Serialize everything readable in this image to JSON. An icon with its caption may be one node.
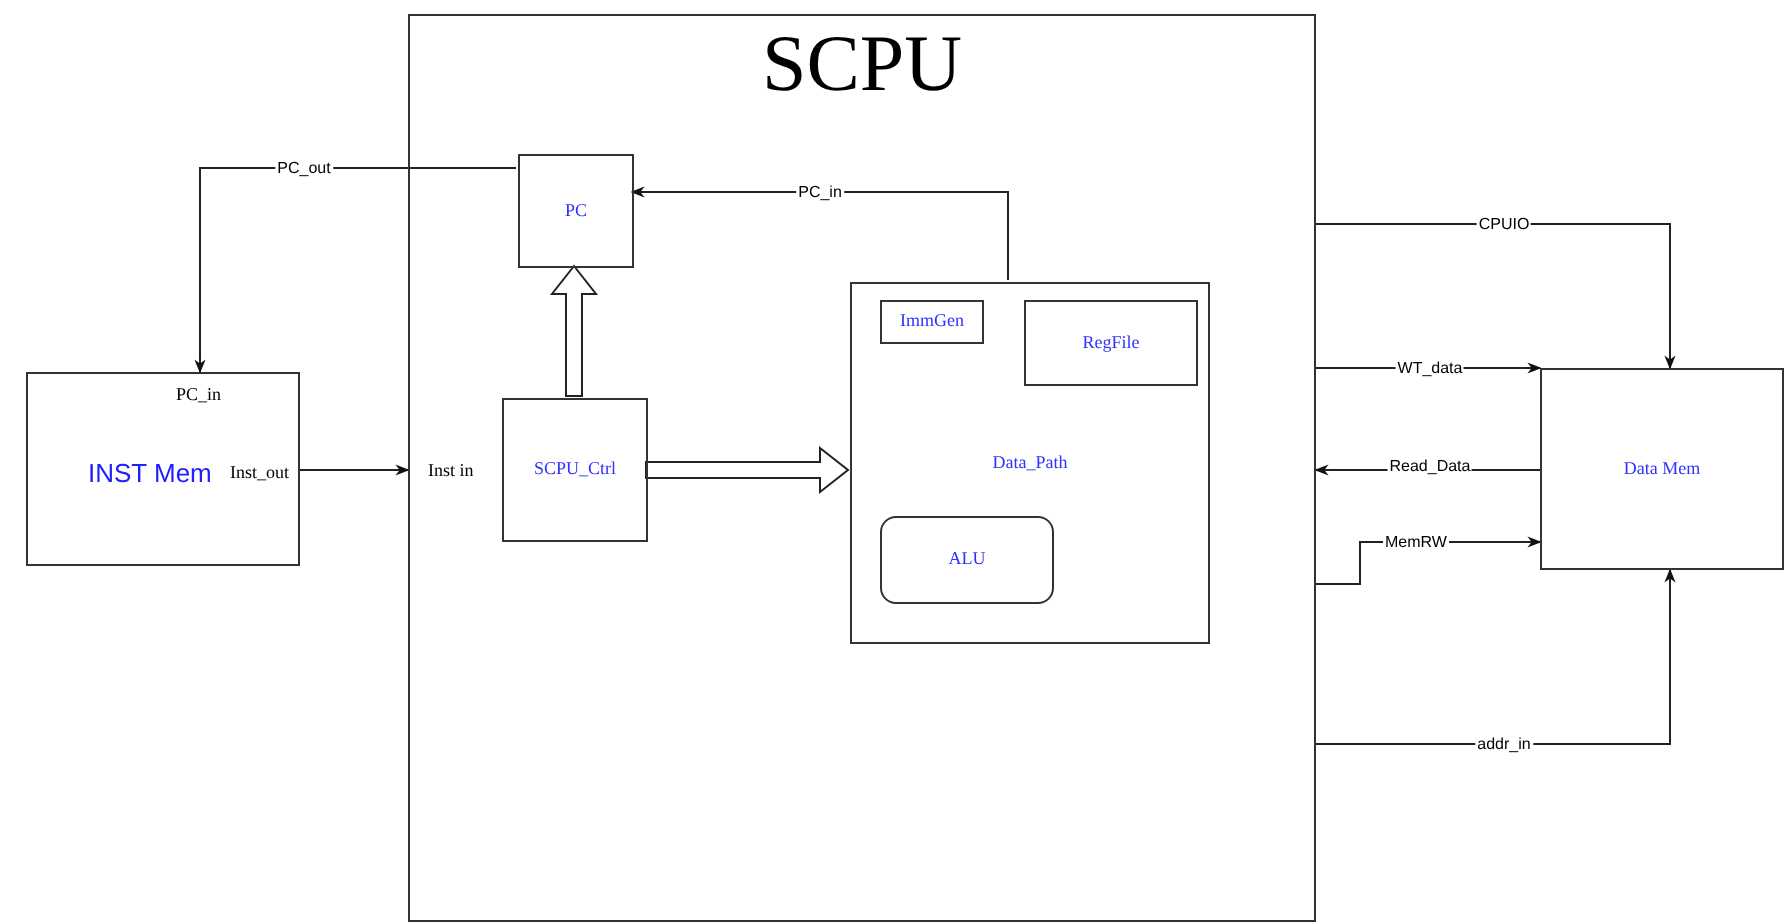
{
  "diagram": {
    "nodes": [
      {
        "text": [
          "SCPU"
        ]
      },
      {
        "text": [
          "PC"
        ],
        "in": 0
      },
      {
        "text": [
          "SCPU_Ctrl"
        ],
        "in": 0
      },
      {
        "text": [
          "Data_Path"
        ],
        "in": 0
      },
      {
        "text": [
          "ImmGen"
        ],
        "in": 3
      },
      {
        "text": [
          "RegFile"
        ],
        "in": 3
      },
      {
        "text": [
          "ALU"
        ],
        "in": 3
      },
      {
        "text": [
          "PC_in",
          "INST Mem",
          "Inst_out"
        ]
      },
      {
        "text": [
          "Data Mem"
        ]
      }
    ],
    "edges": [
      {
        "from": 1,
        "to": 7,
        "arrow": "to",
        "label": "PC_out"
      },
      {
        "from": 7,
        "to": 0,
        "arrow": "to"
      },
      {
        "from": 2,
        "to": 1,
        "arrow": "to",
        "style": "thick"
      },
      {
        "from": 2,
        "to": 3,
        "arrow": "to",
        "style": "thick"
      },
      {
        "from": 3,
        "to": 1,
        "arrow": "to",
        "label": "PC_in"
      },
      {
        "from": 0,
        "to": 8,
        "arrow": "to",
        "label": "CPUIO"
      },
      {
        "from": 0,
        "to": 8,
        "arrow": "to",
        "label": "WT_data"
      },
      {
        "from": 8,
        "to": 0,
        "arrow": "to",
        "label": "Read_Data"
      },
      {
        "from": 0,
        "to": 8,
        "arrow": "to",
        "label": "MemRW"
      },
      {
        "from": 0,
        "to": 8,
        "arrow": "to",
        "label": "addr_in"
      }
    ],
    "labels": [
      "Inst in"
    ]
  }
}
